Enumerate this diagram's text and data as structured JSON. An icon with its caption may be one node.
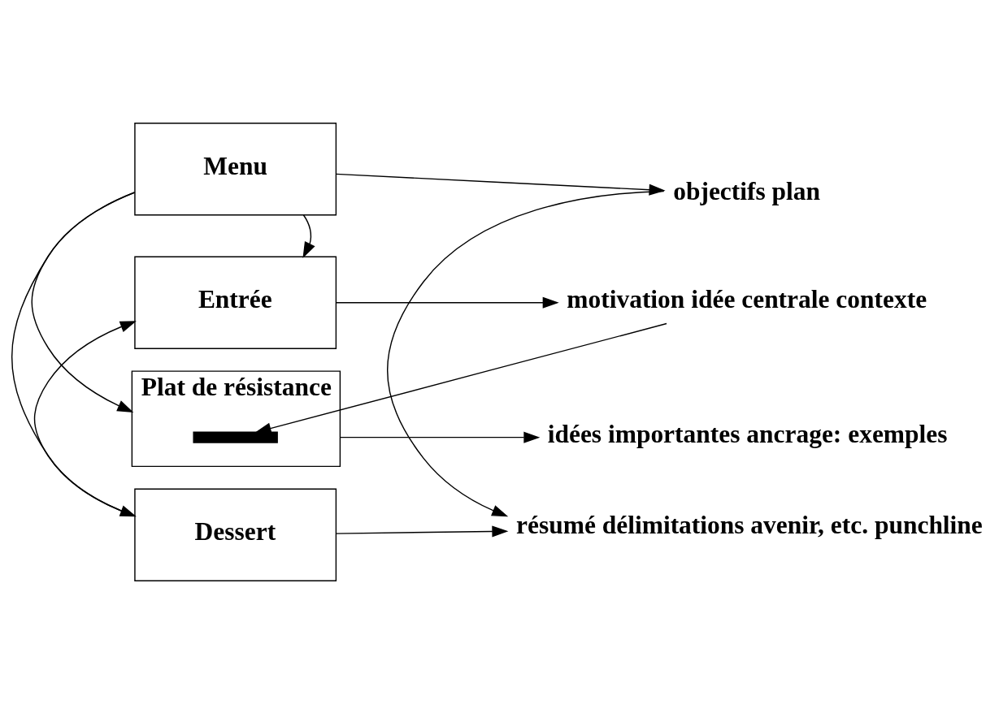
{
  "diagram": {
    "nodes": [
      {
        "text": [
          "Menu"
        ]
      },
      {
        "text": [
          "Entrée"
        ]
      },
      {
        "text": [
          "Plat de résistance"
        ]
      },
      {
        "text": [
          "Dessert"
        ]
      },
      {
        "text": [
          "objectifs plan"
        ]
      },
      {
        "text": [
          "motivation idée centrale contexte"
        ]
      },
      {
        "text": [
          "idées importantes ancrage: exemples"
        ]
      },
      {
        "text": [
          "résumé délimitations avenir, etc. punchline"
        ]
      },
      {
        "text": [],
        "shape": "bar",
        "in": 2
      }
    ],
    "edges": [
      {
        "from": 0,
        "to": 4,
        "arrow": "to"
      },
      {
        "from": 1,
        "to": 5,
        "arrow": "to"
      },
      {
        "from": 2,
        "to": 6,
        "arrow": "to"
      },
      {
        "from": 3,
        "to": 7,
        "arrow": "to"
      },
      {
        "from": 0,
        "to": 1,
        "arrow": "to"
      },
      {
        "from": 0,
        "to": 2,
        "arrow": "to"
      },
      {
        "from": 0,
        "to": 3,
        "arrow": "to"
      },
      {
        "from": 3,
        "to": 1,
        "arrow": "to"
      },
      {
        "from": 5,
        "to": 8,
        "arrow": "to"
      },
      {
        "from": 4,
        "to": 7,
        "arrow": "to"
      }
    ]
  }
}
